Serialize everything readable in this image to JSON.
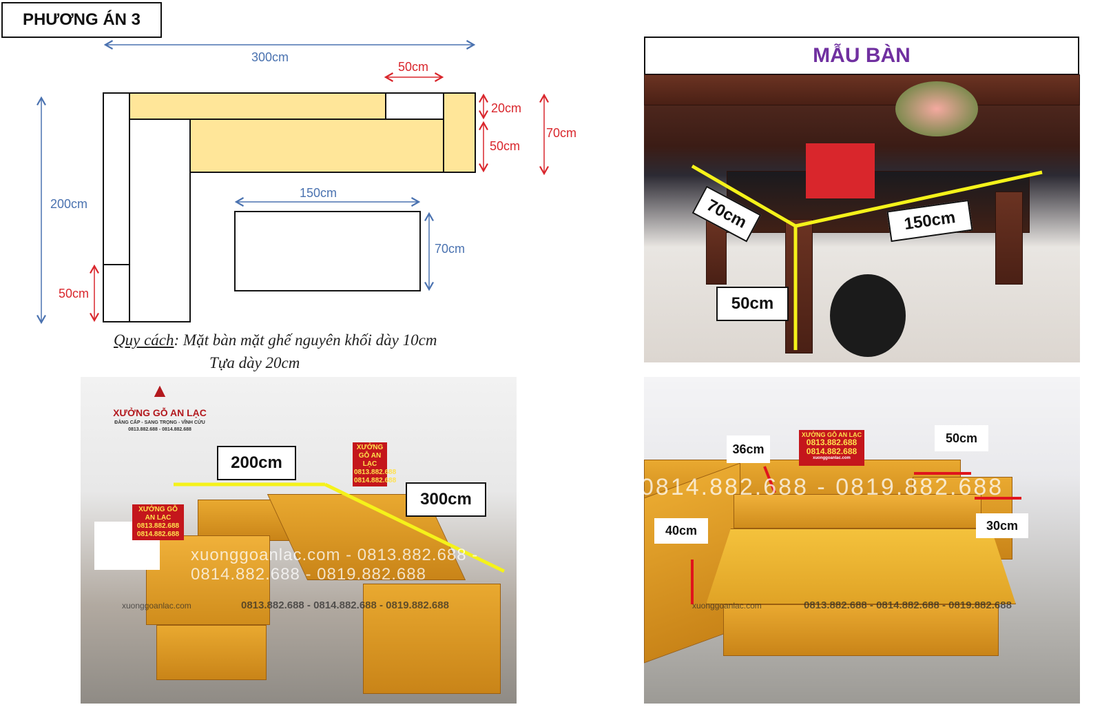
{
  "title": "PHƯƠNG ÁN 3",
  "diagram": {
    "width_total": "300cm",
    "arm_width": "50cm",
    "backrest_depth": "20cm",
    "seat_depth": "50cm",
    "total_depth": "70cm",
    "length_side": "200cm",
    "arm_side": "50cm",
    "table_length": "150cm",
    "table_width": "70cm",
    "spec_label": "Quy cách",
    "spec_line1": ": Mặt bàn mặt ghế nguyên khối dày 10cm",
    "spec_line2": "Tựa dày 20cm"
  },
  "table_sample": {
    "header": "MẪU BÀN",
    "dims": {
      "width": "70cm",
      "length": "150cm",
      "height": "50cm"
    }
  },
  "sofa_photo1": {
    "brand": "XƯỞNG GỖ AN LẠC",
    "brand_tagline": "ĐẲNG CẤP - SANG TRỌNG - VĨNH CỬU",
    "brand_phones": "0813.882.688 - 0814.882.688",
    "dims": {
      "side": "200cm",
      "long": "300cm"
    },
    "watermark": "xuonggoanlac.com - 0813.882.688 - 0814.882.688 - 0819.882.688",
    "footer_site": "xuonggoanlac.com",
    "footer_phones": "0813.882.688 - 0814.882.688 - 0819.882.688",
    "sign": "XƯỞNG GỖ AN LẠC 0813.882.688 0814.882.688"
  },
  "sofa_photo2": {
    "dims": {
      "backrest": "36cm",
      "arm_length": "50cm",
      "arm_width": "30cm",
      "seat_height": "40cm"
    },
    "sign_title": "XƯỞNG GỖ AN LẠC",
    "sign_phone1": "0813.882.688",
    "sign_phone2": "0814.882.688",
    "sign_site": "xuonggoanlac.com",
    "watermark": "0814.882.688 - 0819.882.688",
    "footer_site": "xuonggoanlac.com",
    "footer_phones": "0813.882.688 - 0814.882.688 - 0819.882.688"
  },
  "colors": {
    "blue": "#4a72b0",
    "red": "#d9262c",
    "yellow": "#ffe699",
    "purple": "#7030a0",
    "arrow_yellow": "#f5f21a"
  }
}
